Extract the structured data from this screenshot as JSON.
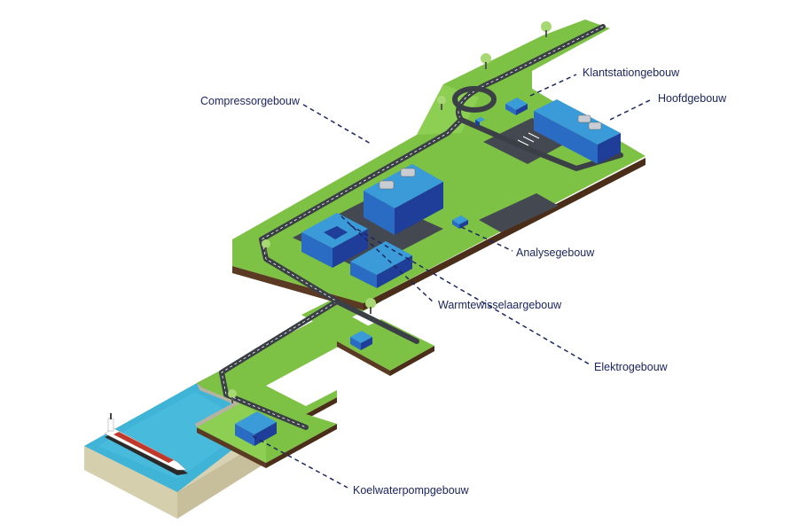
{
  "labels": {
    "klantstation": "Klantstationgebouw",
    "hoofd": "Hoofdgebouw",
    "compressor": "Compressorgebouw",
    "analyse": "Analysegebouw",
    "warmte": "Warmtewisselaargebouw",
    "elektro": "Elektrogebouw",
    "koelwater": "Koelwaterpompgebouw"
  },
  "colors": {
    "grass": "#7dc145",
    "soil": "#5a3a22",
    "water": "#3fb4d6",
    "paved": "#444850",
    "building_top": "#3a9bd8",
    "building_side": "#1f3e99",
    "label": "#1c2660"
  }
}
